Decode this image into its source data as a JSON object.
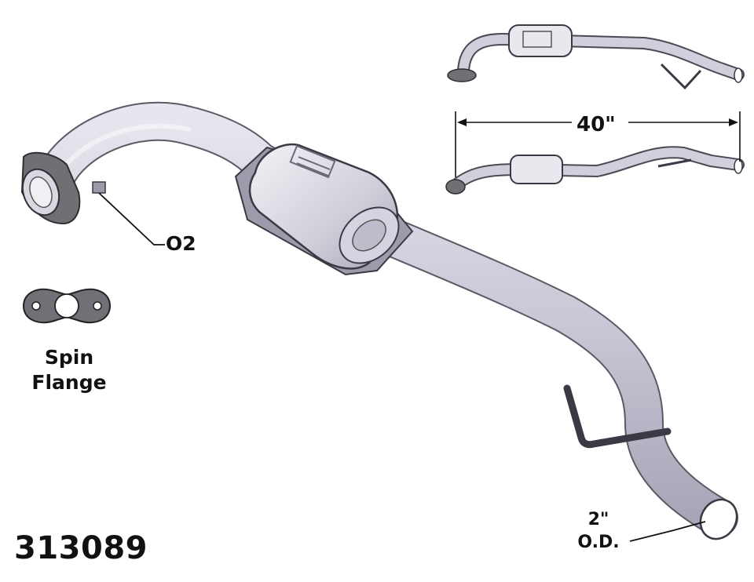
{
  "labels": {
    "part_number": "313089",
    "o2": "O2",
    "spin_line1": "Spin",
    "spin_line2": "Flange",
    "dimension": "40\"",
    "od_line1": "2\"",
    "od_line2": "O.D."
  },
  "colors": {
    "pipe": "#c9c9d6",
    "pipe_dark": "#9a9aab",
    "outline": "#3a3a44",
    "flange": "#6f6f74",
    "text": "#111111"
  },
  "icons": {
    "main_part": "catalytic-converter-assembly",
    "flange": "spin-flange-gasket",
    "hanger": "hanger-rod"
  }
}
